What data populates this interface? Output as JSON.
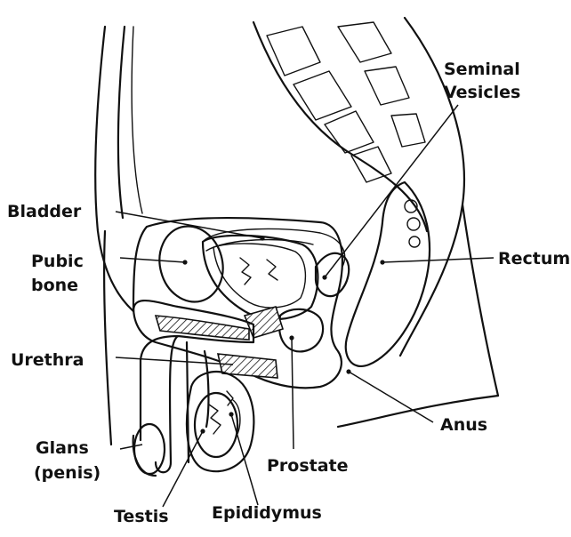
{
  "labels": {
    "seminal_vesicles_line1": "Seminal",
    "seminal_vesicles_line2": "Vesicles",
    "bladder": "Bladder",
    "pubic_bone_line1": "Pubic",
    "pubic_bone_line2": "bone",
    "rectum": "Rectum",
    "urethra": "Urethra",
    "anus": "Anus",
    "glans_line1": "Glans",
    "glans_line2": "(penis)",
    "prostate": "Prostate",
    "testis": "Testis",
    "epididymus": "Epididymus"
  }
}
